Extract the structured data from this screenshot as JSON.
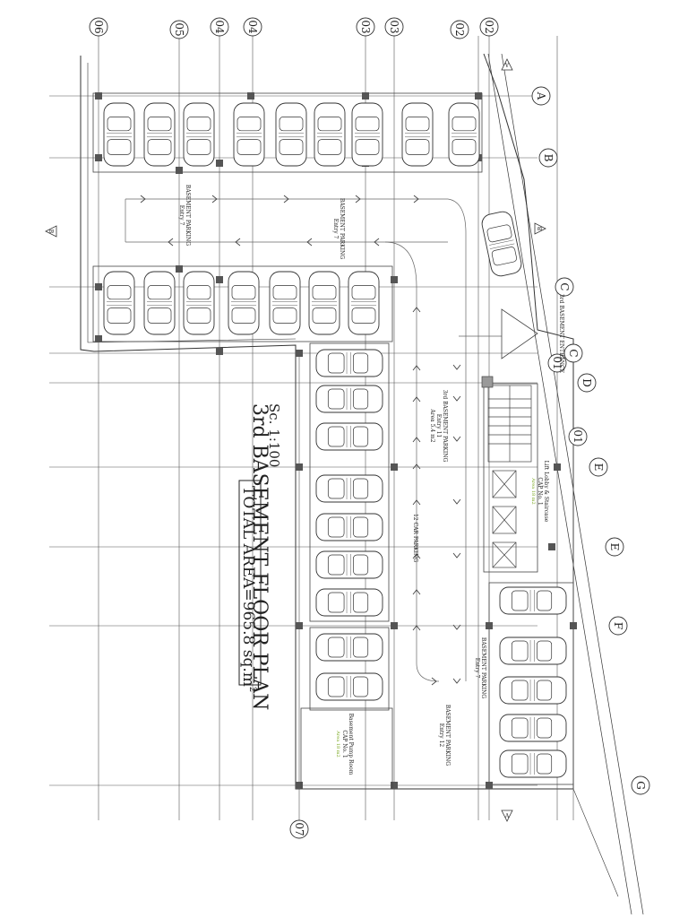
{
  "drawing": {
    "title": "3rd BASEMENT FLOOR PLAN",
    "scale": "Sc. 1:100",
    "total_area": "TOTAL AREA=965.8 sq.m",
    "area_superscript": "2"
  },
  "grid_columns": [
    "06",
    "05",
    "04",
    "04",
    "03",
    "03",
    "02",
    "02",
    "01",
    "07",
    "01"
  ],
  "grid_rows": [
    "A",
    "B",
    "C",
    "C",
    "D",
    "E",
    "E",
    "F",
    "G"
  ],
  "section_markers": [
    "A",
    "B",
    "B",
    "A"
  ],
  "notes": {
    "parking_1": "BASEMENT PARKING",
    "parking_1_sub": "Entry 7",
    "parking_2": "BASEMENT PARKING",
    "parking_2_sub": "Entry 7",
    "parking_3": "3rd BASEMENT PARKING",
    "parking_3_sub": "Entry 11",
    "parking_3_sub2": "Area 5.4 m2",
    "parking_4": "BASEMENT PARKING",
    "parking_4_sub": "Entry 7",
    "parking_5": "BASEMENT PARKING",
    "parking_5_sub": "Entry 12",
    "entrance": "3rd BASEMENT ENTRANCE",
    "ramp_note": "12 CAR PARKING",
    "pump_room": "Basement Pump Room",
    "pump_room_sub": "CAP No. 1",
    "pump_room_area": "Area 18 m2",
    "lift_lobby": "Lift Lobby & Staircase",
    "lift_lobby_sub": "CAP No. 1",
    "lift_lobby_area": "Area 18 m2"
  }
}
